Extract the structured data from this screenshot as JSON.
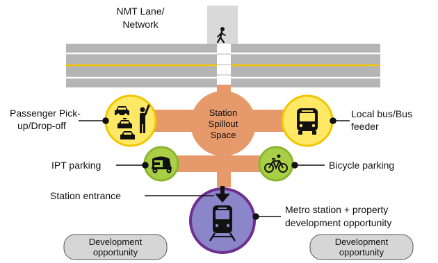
{
  "labels": {
    "nmt_lane": [
      "NMT Lane/",
      "Network"
    ],
    "spillout": [
      "Station",
      "Spillout",
      "Space"
    ],
    "pickup": [
      "Passenger Pick-",
      "up/Drop-off"
    ],
    "local_bus": [
      "Local bus/Bus",
      "feeder"
    ],
    "ipt_parking": "IPT parking",
    "bicycle_parking": "Bicycle parking",
    "station_entrance": "Station entrance",
    "metro_station": [
      "Metro station + property",
      "development opportunity"
    ],
    "development_left": [
      "Development",
      "opportunity"
    ],
    "development_right": [
      "Development",
      "opportunity"
    ]
  },
  "icons": {
    "pedestrian": "pedestrian-icon",
    "pickup": "taxi-cars-and-person-icon",
    "bus": "bus-icon",
    "ipt": "auto-rickshaw-icon",
    "bicycle": "bicycle-icon",
    "entrance": "down-arrow-icon",
    "metro": "metro-train-icon"
  },
  "colors": {
    "road": "#b5b5b5",
    "road_lane_line": "#ffffff",
    "road_center_line": "#f2c500",
    "nmt_lane": "#d9d9d9",
    "spillout": "#e6996a",
    "yellow_node": "#ffe866",
    "yellow_node_border": "#f2c500",
    "green_node": "#a8cf45",
    "green_node_border": "#8ab52e",
    "metro_node": "#8a86c9",
    "metro_node_border": "#6e2f8f",
    "dev_box": "#d6d6d6"
  }
}
